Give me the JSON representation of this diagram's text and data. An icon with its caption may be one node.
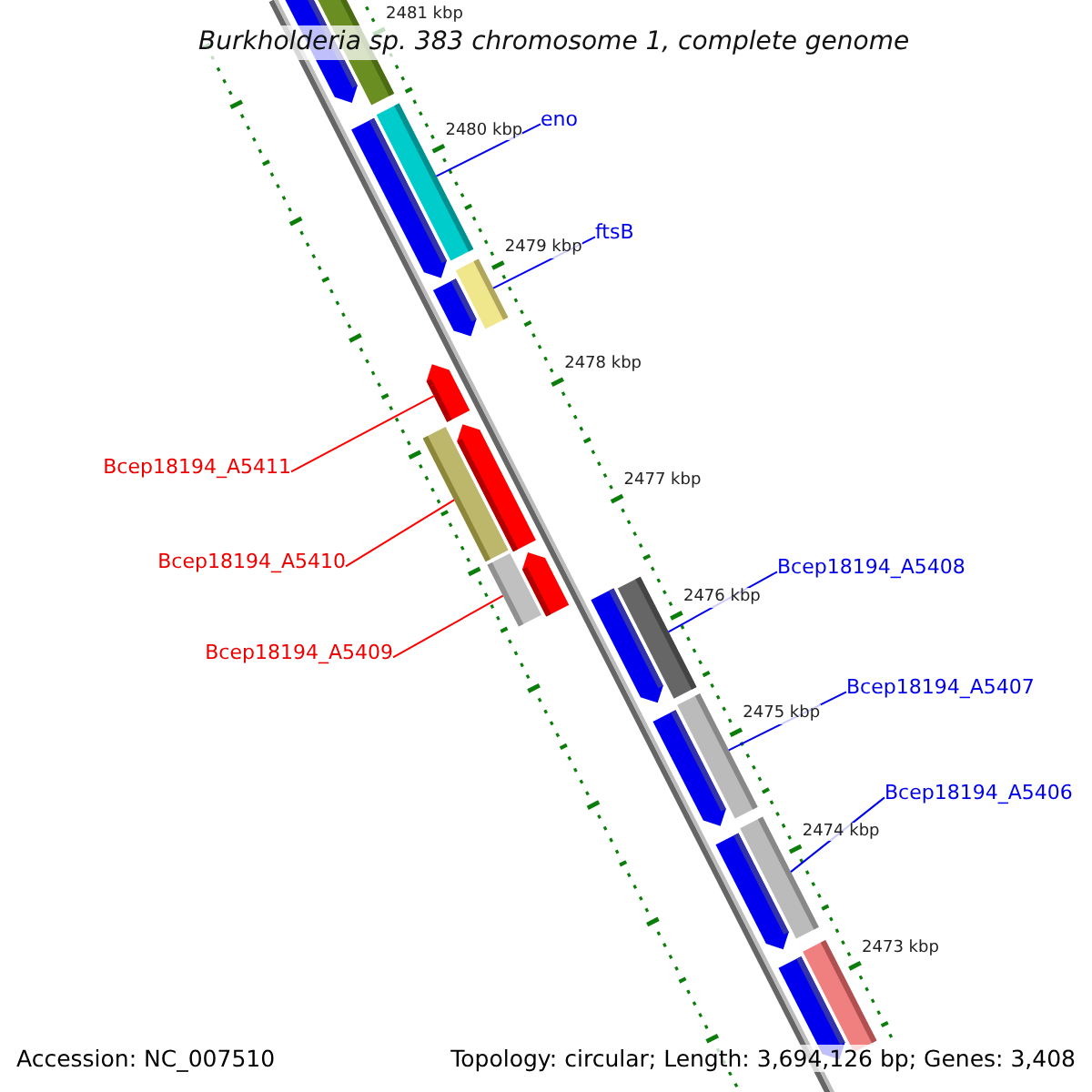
{
  "diagram": {
    "title": "Burkholderia sp. 383 chromosome 1, complete genome",
    "nodes": [
      {
        "text": [
          "eno"
        ]
      },
      {
        "text": [
          "ftsB"
        ]
      },
      {
        "text": [
          "Bcep18194_A5411"
        ]
      },
      {
        "text": [
          "Bcep18194_A5410"
        ]
      },
      {
        "text": [
          "Bcep18194_A5408"
        ]
      },
      {
        "text": [
          "Bcep18194_A5409"
        ]
      },
      {
        "text": [
          "Bcep18194_A5407"
        ]
      },
      {
        "text": [
          "Bcep18194_A5406"
        ]
      },
      {
        "text": [],
        "shape": "box"
      },
      {
        "text": [],
        "shape": "box"
      },
      {
        "text": [],
        "shape": "arrow"
      },
      {
        "text": [],
        "shape": "box"
      },
      {
        "text": [],
        "shape": "box"
      },
      {
        "text": [],
        "shape": "box"
      },
      {
        "text": [],
        "shape": "box"
      },
      {
        "text": [],
        "shape": "box"
      }
    ],
    "edges": [
      {
        "from": 0,
        "to": 8,
        "arrow": "none"
      },
      {
        "from": 1,
        "to": 9,
        "arrow": "none"
      },
      {
        "from": 2,
        "to": 10,
        "arrow": "none",
        "color": "#ff0000"
      },
      {
        "from": 3,
        "to": 11,
        "arrow": "none",
        "color": "#ff0000"
      },
      {
        "from": 4,
        "to": 12,
        "arrow": "none"
      },
      {
        "from": 5,
        "to": 13,
        "arrow": "none",
        "color": "#ff0000"
      },
      {
        "from": 6,
        "to": 14,
        "arrow": "none"
      },
      {
        "from": 7,
        "to": 15,
        "arrow": "none"
      }
    ],
    "labels": [
      "2481 kbp",
      "2480 kbp",
      "2479 kbp",
      "2478 kbp",
      "2477 kbp",
      "2476 kbp",
      "2475 kbp",
      "2474 kbp",
      "2473 kbp",
      "Accession: NC_007510",
      "Topology: circular; Length: 3,694,126 bp; Genes: 3,408"
    ]
  }
}
